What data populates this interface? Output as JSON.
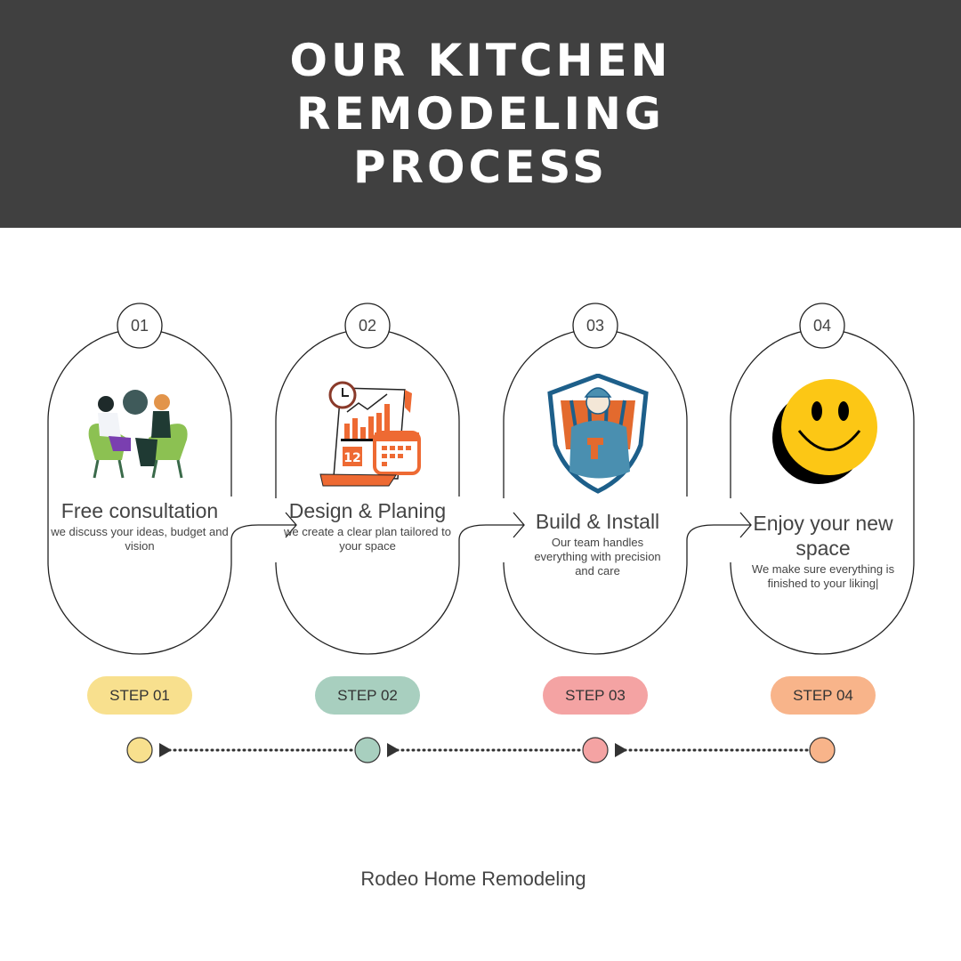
{
  "header": {
    "title": "OUR KITCHEN REMODELING PROCESS"
  },
  "steps": [
    {
      "number": "01",
      "title": "Free consultation",
      "description": "we discuss your ideas, budget and vision",
      "pill": "STEP 01",
      "color": "#f8e08e",
      "illustration": "consultation-illustration"
    },
    {
      "number": "02",
      "title": "Design & Planing",
      "description": "we create a clear plan tailored to your space",
      "pill": "STEP 02",
      "color": "#a8cfbf",
      "illustration": "planning-calendar-illustration"
    },
    {
      "number": "03",
      "title": "Build & Install",
      "description": "Our team handles everything with precision and care",
      "pill": "STEP 03",
      "color": "#f4a3a3",
      "illustration": "worker-shield-illustration"
    },
    {
      "number": "04",
      "title": "Enjoy your new space",
      "description": "We make sure everything is finished to your liking|",
      "pill": "STEP 04",
      "color": "#f8b48a",
      "illustration": "smiley-face-illustration"
    }
  ],
  "footer": {
    "text": "Rodeo Home Remodeling"
  }
}
